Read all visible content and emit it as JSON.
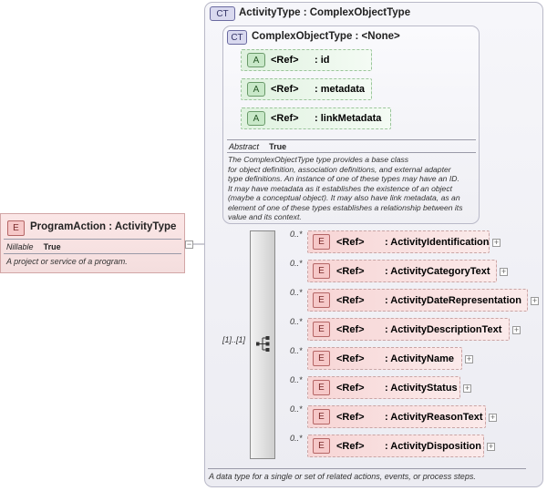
{
  "root": {
    "badge": "E",
    "name": "ProgramAction : ActivityType",
    "prop_key": "Nillable",
    "prop_value": "True",
    "doc": "A project or service of a program.",
    "expander": "−"
  },
  "outer_type": {
    "badge": "CT",
    "title": "ActivityType : ComplexObjectType",
    "doc": "A data type for a single or set of related actions, events, or process steps."
  },
  "base_type": {
    "badge": "CT",
    "title": "ComplexObjectType : <None>",
    "prop_key": "Abstract",
    "prop_value": "True",
    "doc_lines": [
      "The ComplexObjectType type provides a base class",
      "for object definition, association definitions, and external adapter",
      "type definitions. An instance of one of these types may have an ID.",
      "It may have metadata as it establishes the existence of an object",
      "(maybe a conceptual object). It may also have link metadata, as an",
      "element of one of these types establishes a relationship between its",
      "value and its context."
    ],
    "attributes": [
      {
        "badge": "A",
        "ref": "<Ref>",
        "name": ": id"
      },
      {
        "badge": "A",
        "ref": "<Ref>",
        "name": ": metadata"
      },
      {
        "badge": "A",
        "ref": "<Ref>",
        "name": ": linkMetadata"
      }
    ]
  },
  "sequence": {
    "occurrence": "[1]..[1]",
    "elements": [
      {
        "badge": "E",
        "ref": "<Ref>",
        "name": ": ActivityIdentification",
        "occ": "0..*",
        "expander": "+"
      },
      {
        "badge": "E",
        "ref": "<Ref>",
        "name": ": ActivityCategoryText",
        "occ": "0..*",
        "expander": "+"
      },
      {
        "badge": "E",
        "ref": "<Ref>",
        "name": ": ActivityDateRepresentation",
        "occ": "0..*",
        "expander": "+"
      },
      {
        "badge": "E",
        "ref": "<Ref>",
        "name": ": ActivityDescriptionText",
        "occ": "0..*",
        "expander": "+"
      },
      {
        "badge": "E",
        "ref": "<Ref>",
        "name": ": ActivityName",
        "occ": "0..*",
        "expander": "+"
      },
      {
        "badge": "E",
        "ref": "<Ref>",
        "name": ": ActivityStatus",
        "occ": "0..*",
        "expander": "+"
      },
      {
        "badge": "E",
        "ref": "<Ref>",
        "name": ": ActivityReasonText",
        "occ": "0..*",
        "expander": "+"
      },
      {
        "badge": "E",
        "ref": "<Ref>",
        "name": ": ActivityDisposition",
        "occ": "0..*",
        "expander": "+"
      }
    ]
  },
  "colors": {
    "element_fill": "#f7d5d5",
    "attribute_fill": "#e0f2e0",
    "complex_type_fill": "#d9d9ef"
  },
  "icons": {
    "complex_type": "ct-icon",
    "sequence": "sequence-icon",
    "expand": "plus-icon",
    "collapse": "minus-icon"
  }
}
